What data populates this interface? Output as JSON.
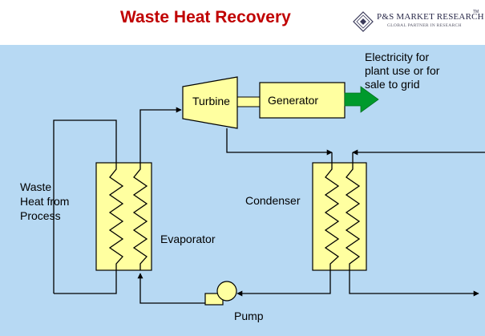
{
  "header": {
    "title": "Waste Heat Recovery",
    "logo": {
      "icon": "ps-logo-mark",
      "name": "P&S MARKET RESEARCH",
      "trademark": "TM",
      "tagline": "GLOBAL PARTNER IN RESEARCH"
    }
  },
  "diagram": {
    "labels": {
      "turbine": "Turbine",
      "generator": "Generator",
      "electricity": [
        "Electricity for",
        "plant use or for",
        "sale to grid"
      ],
      "waste_heat": [
        "Waste",
        "Heat from",
        "Process"
      ],
      "evaporator": "Evaporator",
      "condenser": "Condenser",
      "pump": "Pump"
    },
    "colors": {
      "background": "#b7d9f3",
      "component_fill": "#ffffa0",
      "arrow_green": "#009a2c",
      "title_red": "#c00000"
    }
  }
}
